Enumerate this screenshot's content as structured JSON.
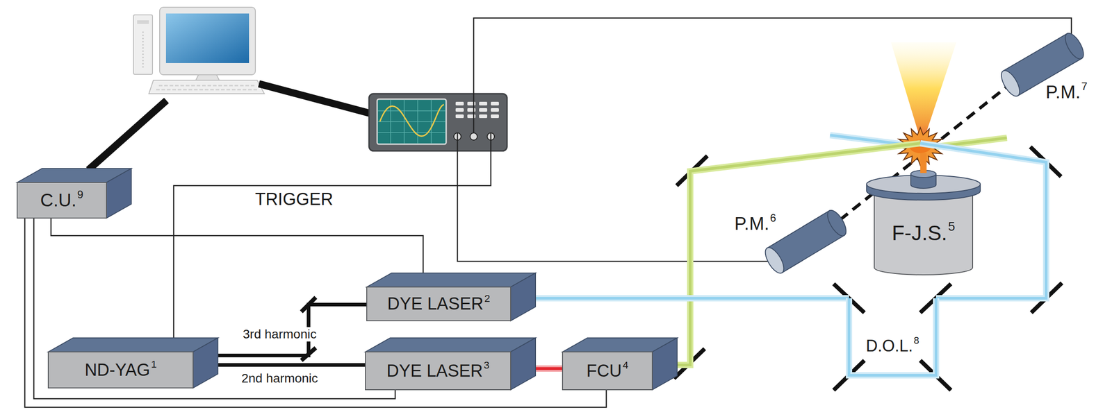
{
  "diagram": {
    "nodes": [
      {
        "text": [
          "C.U.",
          "9"
        ]
      },
      {
        "text": [
          "P.M.",
          "7"
        ]
      },
      {
        "text": [
          "P.M.",
          "6"
        ]
      },
      {
        "text": [
          "F-J.S.",
          "5"
        ]
      },
      {
        "text": [
          "DYE LASER",
          "2"
        ]
      },
      {
        "text": [
          "D.O.L.",
          "8"
        ]
      },
      {
        "text": [
          "ND-YAG",
          "1"
        ]
      },
      {
        "text": [
          "DYE LASER",
          "3"
        ]
      },
      {
        "text": [
          "FCU",
          "4"
        ]
      }
    ],
    "edges": [
      {
        "from": 0,
        "to": 4,
        "arrow": "none"
      },
      {
        "from": 0,
        "to": 7,
        "arrow": "none"
      },
      {
        "from": 0,
        "to": 8,
        "arrow": "none"
      },
      {
        "from": 6,
        "to": 7,
        "label": "2nd harmonic",
        "arrow": "none"
      },
      {
        "from": 6,
        "to": 4,
        "label": "3rd harmonic",
        "arrow": "none"
      },
      {
        "from": 7,
        "to": 8,
        "arrow": "none"
      },
      {
        "from": 8,
        "to": 3,
        "arrow": "none"
      },
      {
        "from": 4,
        "to": 5,
        "arrow": "none"
      },
      {
        "from": 5,
        "to": 3,
        "arrow": "none"
      }
    ],
    "labels": [
      "TRIGGER"
    ]
  }
}
